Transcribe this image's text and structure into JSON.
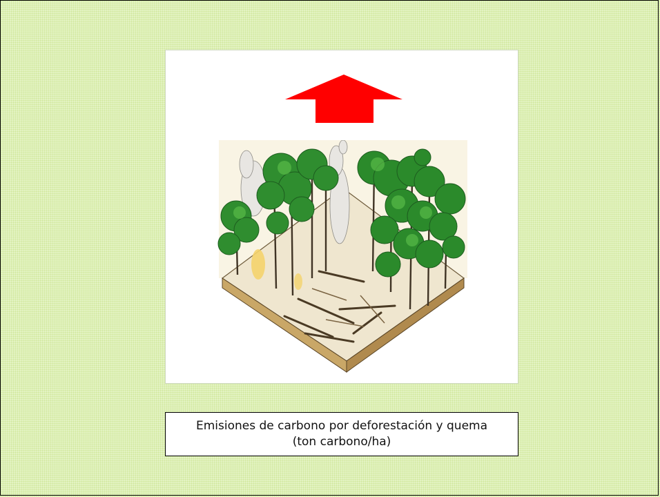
{
  "caption": {
    "line1": "Emisiones de carbono por deforestación y quema",
    "line2": "(ton carbono/ha)"
  },
  "icons": {
    "arrow": "up-arrow-icon",
    "illustration": "burning-forest-block-illustration"
  },
  "colors": {
    "background": "#e4f3c4",
    "arrow": "#ff0000",
    "foliage": "#2e8b2e",
    "panel": "#ffffff"
  }
}
